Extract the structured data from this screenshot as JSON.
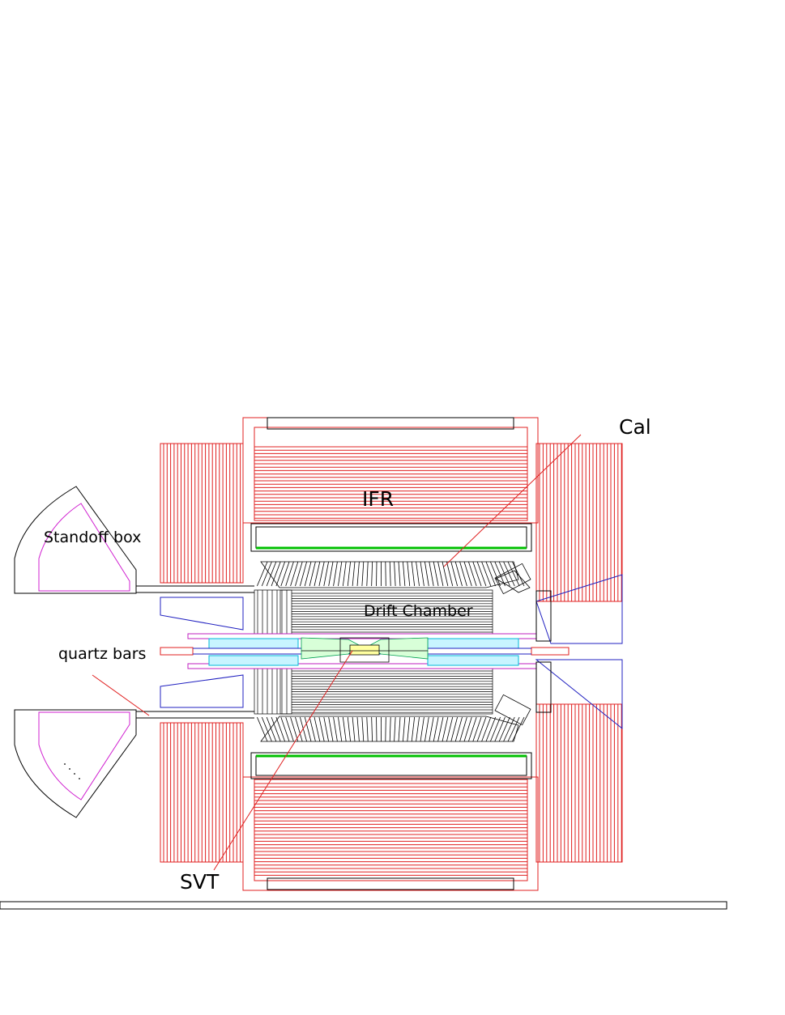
{
  "labels": {
    "cal": "Cal",
    "ifr": "IFR",
    "standoff_box": "Standoff box",
    "drift_chamber": "Drift Chamber",
    "quartz_bars": "quartz bars",
    "svt": "SVT"
  },
  "colors": {
    "ifr": "#e02020",
    "calorimeter": "#000000",
    "drift_chamber": "#000000",
    "svt": "#00a050",
    "dirc_bars": "#00c8e0",
    "magnet": "#00c000",
    "support": "#2020c0",
    "standoff_inner": "#d020d0",
    "pointer": "#e02020",
    "outline": "#000000"
  }
}
